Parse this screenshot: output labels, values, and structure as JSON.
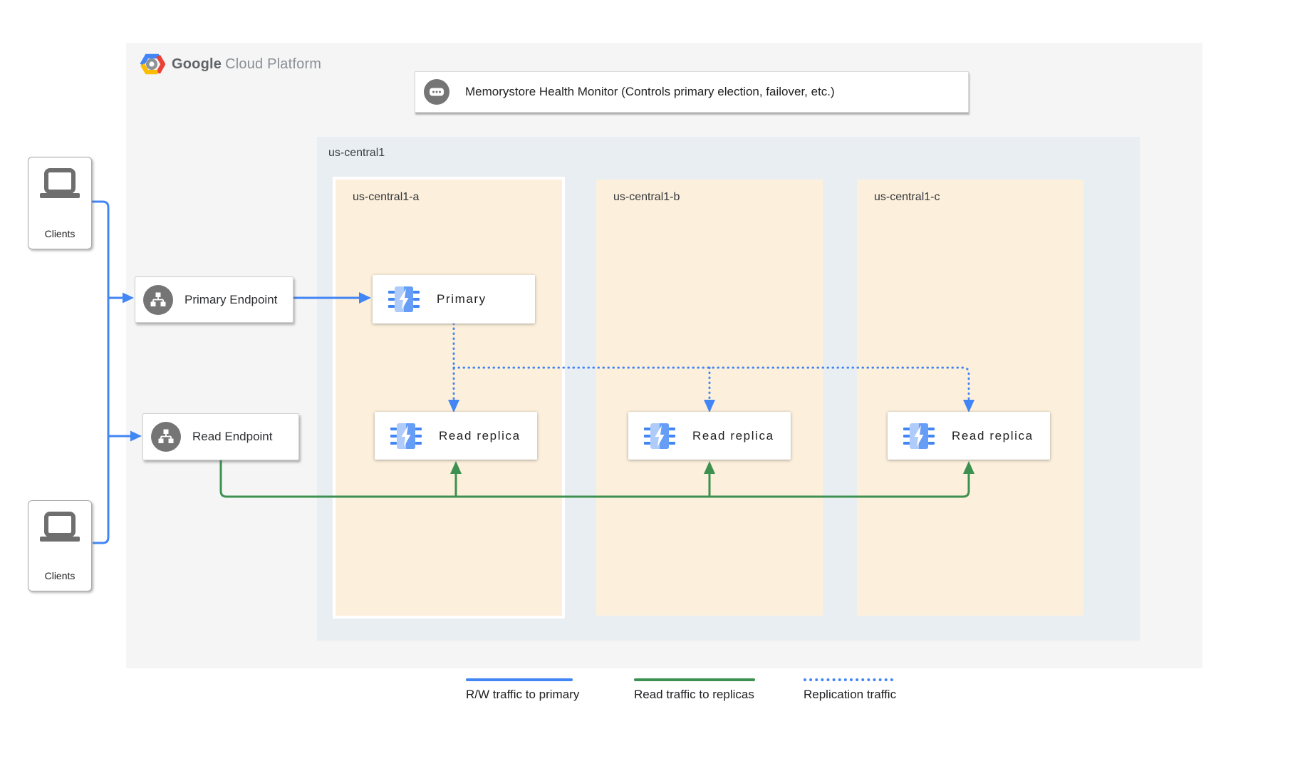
{
  "header": {
    "logo": {
      "google": "Google",
      "suffix": "Cloud Platform"
    }
  },
  "health_monitor": {
    "label": "Memorystore Health Monitor (Controls primary election, failover, etc.)"
  },
  "region": {
    "label": "us-central1",
    "zones": [
      {
        "label": "us-central1-a"
      },
      {
        "label": "us-central1-b"
      },
      {
        "label": "us-central1-c"
      }
    ]
  },
  "nodes": {
    "primary": {
      "label": "Primary"
    },
    "replica_a": {
      "label": "Read replica"
    },
    "replica_b": {
      "label": "Read replica"
    },
    "replica_c": {
      "label": "Read replica"
    }
  },
  "endpoints": {
    "primary": {
      "label": "Primary Endpoint"
    },
    "read": {
      "label": "Read Endpoint"
    }
  },
  "clients": {
    "top": {
      "label": "Clients"
    },
    "bottom": {
      "label": "Clients"
    }
  },
  "legend": {
    "rw": {
      "label": "R/W traffic to primary"
    },
    "read": {
      "label": "Read traffic to replicas"
    },
    "replication": {
      "label": "Replication traffic"
    }
  },
  "colors": {
    "rw_traffic": "#4285f4",
    "read_traffic": "#3d9150",
    "replication_traffic": "#4285f4",
    "zone_fill": "#fcf0dc",
    "region_fill": "#e9eef3",
    "panel_fill": "#f5f5f6",
    "icon_gray": "#757575",
    "memorystore_light_blue": "#aecbfa",
    "memorystore_blue": "#669df6"
  }
}
